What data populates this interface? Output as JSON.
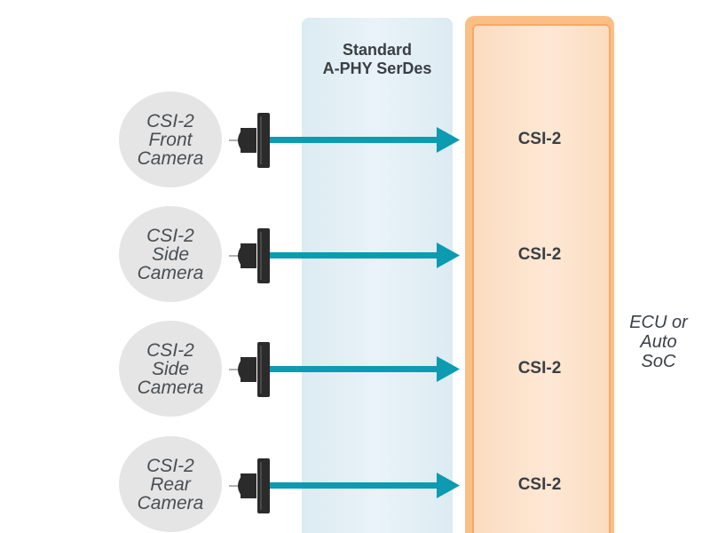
{
  "serdes": {
    "title": "Standard\nA-PHY SerDes"
  },
  "ecu": {
    "label_line1": "ECU or",
    "label_line2": "Auto",
    "label_line3": "SoC"
  },
  "cameras": [
    {
      "line1": "CSI-2",
      "line2": "Front",
      "line3": "Camera",
      "port_label": "CSI-2"
    },
    {
      "line1": "CSI-2",
      "line2": "Side",
      "line3": "Camera",
      "port_label": "CSI-2"
    },
    {
      "line1": "CSI-2",
      "line2": "Side",
      "line3": "Camera",
      "port_label": "CSI-2"
    },
    {
      "line1": "CSI-2",
      "line2": "Rear",
      "line3": "Camera",
      "port_label": "CSI-2"
    }
  ],
  "colors": {
    "arrow": "#0c9bb0",
    "camera_body": "#2b2b2b",
    "camera_circle": "#e5e5e5",
    "ecu_border": "#fbbf86",
    "serdes_band": "#dcebf2"
  }
}
